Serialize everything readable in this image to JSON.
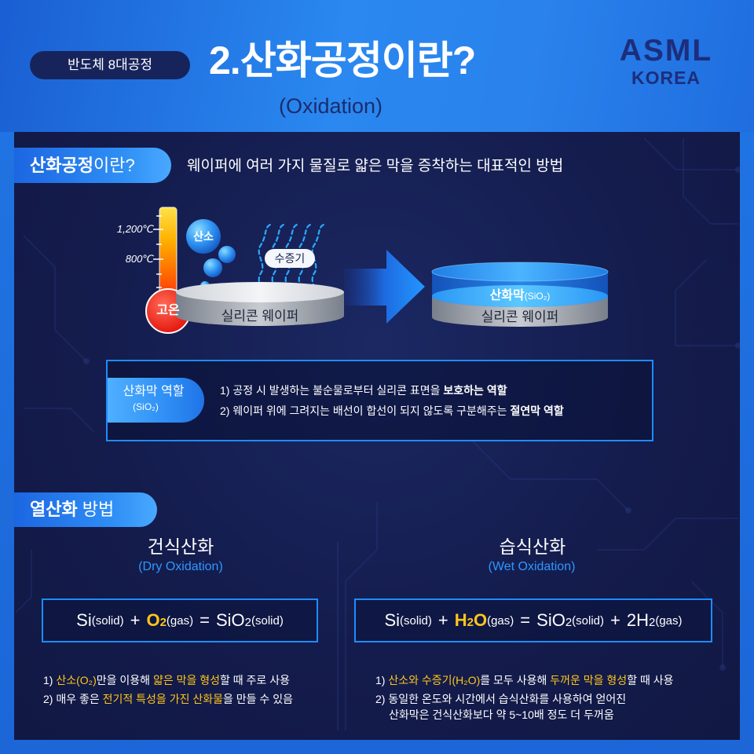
{
  "header": {
    "badge": "반도체 8대공정",
    "title": "2.산화공정이란?",
    "subtitle": "(Oxidation)",
    "logo": {
      "main": "ASML",
      "sub": "KOREA"
    }
  },
  "intro": {
    "pill_bold": "산화공정",
    "pill_rest": "이란?",
    "description": "웨이퍼에 여러 가지 물질로 얇은 막을 증착하는 대표적인 방법"
  },
  "diagram": {
    "thermometer": {
      "high_mark": "1,200℃",
      "low_mark": "800℃",
      "bulb_label": "고온"
    },
    "oxygen_label": "산소",
    "steam_label": "수증기",
    "wafer_label": "실리콘 웨이퍼",
    "result": {
      "oxide_label": "산화막",
      "oxide_formula": "(SiO₂)",
      "wafer_label": "실리콘 웨이퍼"
    }
  },
  "role": {
    "label": "산화막 역할",
    "label_formula": "(SiO₂)",
    "items": [
      {
        "text": "1) 공정 시 발생하는 불순물로부터 실리콘 표면을 ",
        "bold": "보호하는 역할"
      },
      {
        "text": "2) 웨이퍼 위에 그려지는 배선이 합선이 되지 않도록 구분해주는 ",
        "bold": "절연막 역할"
      }
    ]
  },
  "methods": {
    "pill_bold": "열산화",
    "pill_rest": "방법",
    "dry": {
      "title": "건식산화",
      "subtitle": "(Dry Oxidation)",
      "formula": {
        "a": "Si",
        "a_state": "(solid)",
        "op1": "+",
        "b": "O",
        "b_sub": "2",
        "b_state": "(gas)",
        "op2": "=",
        "c": "SiO",
        "c_sub": "2",
        "c_state": "(solid)"
      },
      "notes": [
        {
          "n": "1) ",
          "h1": "산소(O₂)",
          "m": "만을 이용해 ",
          "h2": "얇은 막을 형성",
          "e": "할 때 주로 사용"
        },
        {
          "n": "2) 매우 좋은 ",
          "h1": "전기적 특성을 가진 산화물",
          "m": "을 만들 수 있음"
        }
      ]
    },
    "wet": {
      "title": "습식산화",
      "subtitle": "(Wet Oxidation)",
      "formula": {
        "a": "Si",
        "a_state": "(solid)",
        "op1": "+",
        "b": "H",
        "b_sub": "2",
        "b_post": "O",
        "b_state": "(gas)",
        "op2": "=",
        "c": "SiO",
        "c_sub": "2",
        "c_state": "(solid)",
        "op3": "+",
        "d": "2H",
        "d_sub": "2",
        "d_state": "(gas)"
      },
      "notes": [
        {
          "n": "1) ",
          "h1": "산소와 수증기(H₂O)",
          "m": "를 모두 사용해 ",
          "h2": "두꺼운 막을 형성",
          "e": "할 때 사용"
        },
        {
          "n": "2) ",
          "line1": "동일한 온도와 시간에서 습식산화를 사용하여 얻어진",
          "line2": "산화막은 건식산화보다 약 5~10배 정도 더 두꺼움"
        }
      ]
    }
  },
  "colors": {
    "accent_blue": "#1e8cff",
    "highlight_yellow": "#ffc61a",
    "panel_navy": "#141c4d",
    "background_blue": "#1e6ddf"
  }
}
